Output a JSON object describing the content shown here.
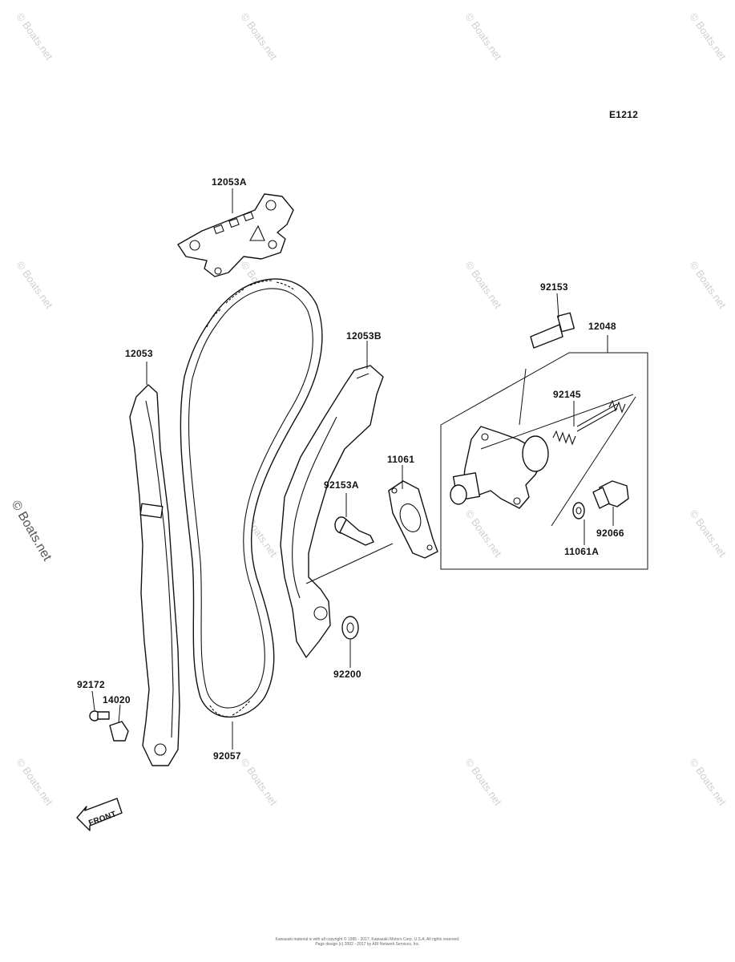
{
  "diagram_code": "E1212",
  "labels": {
    "p12053A": "12053A",
    "p12053": "12053",
    "p12053B": "12053B",
    "p92153": "92153",
    "p12048": "12048",
    "p92145": "92145",
    "p11061": "11061",
    "p92153A": "92153A",
    "p92066": "92066",
    "p11061A": "11061A",
    "p92200": "92200",
    "p92172": "92172",
    "p14020": "14020",
    "p92057": "92057"
  },
  "front_label": "FRONT",
  "watermark": "© Boats.net",
  "footer_line1": "Kawasaki material is with all copyright © 1995 - 2017, Kawasaki Motors Corp. U.S.A. All rights reserved.",
  "footer_line2": "Page design (c) 2002 - 2017 by ARI Network Services, Inc."
}
